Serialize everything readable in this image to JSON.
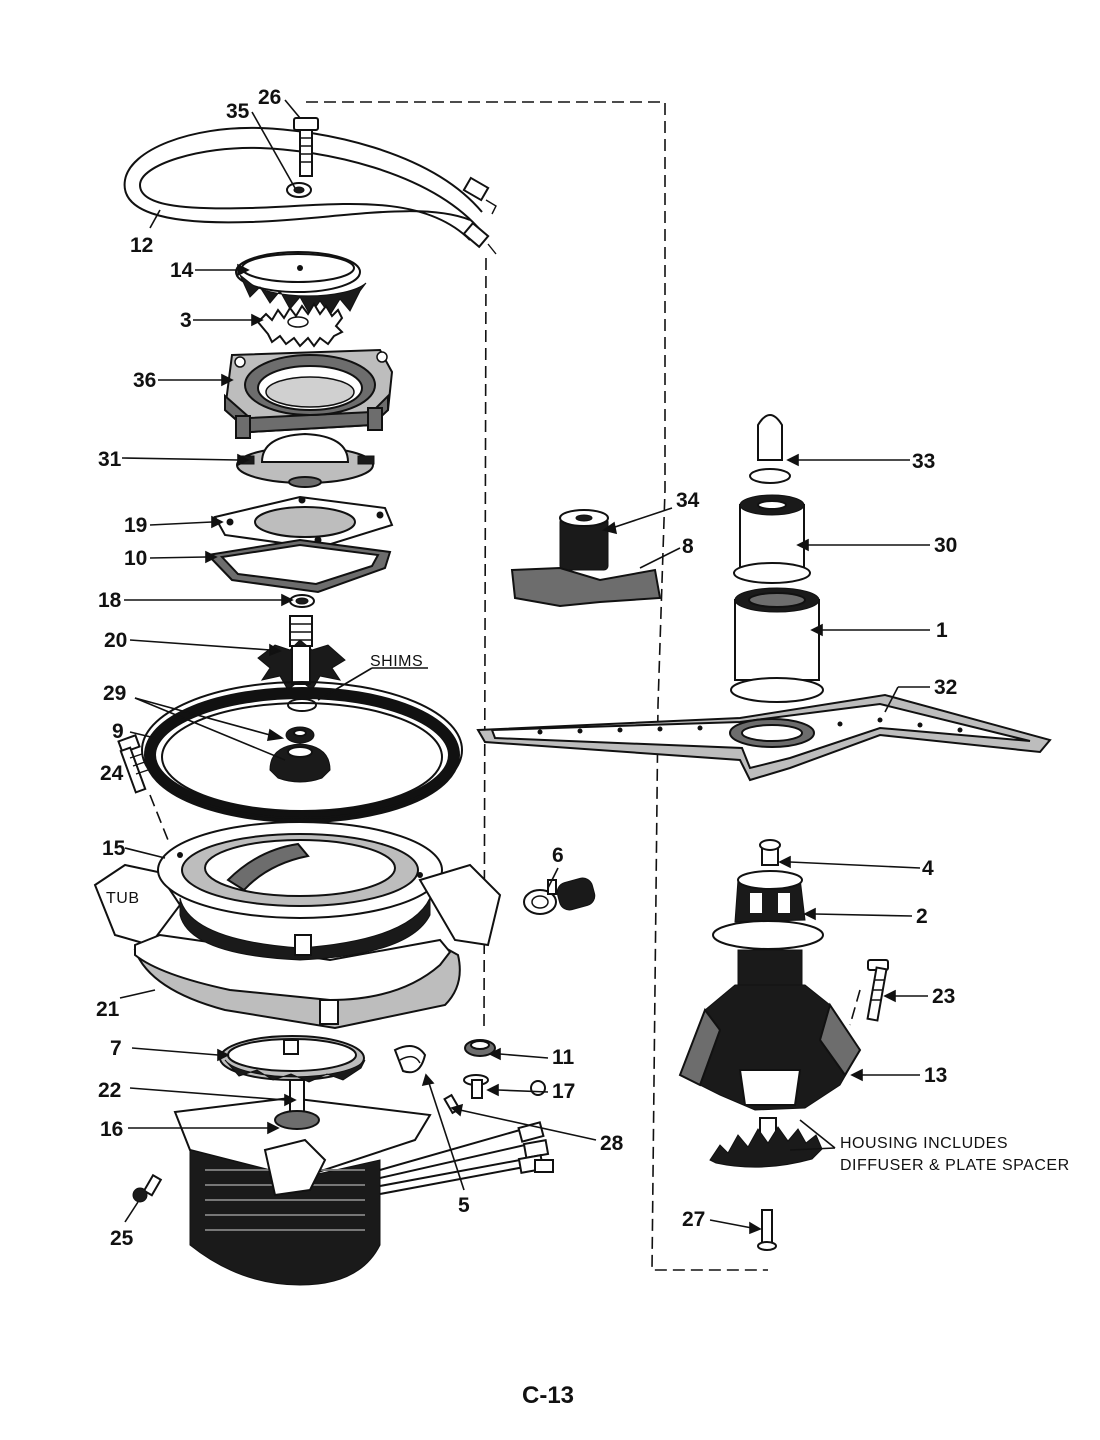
{
  "page_label": "C-13",
  "notes": {
    "shims": "SHIMS",
    "tub": "TUB",
    "housing_line1": "HOUSING INCLUDES",
    "housing_line2": "DIFFUSER & PLATE SPACER"
  },
  "callouts": {
    "p1": "1",
    "p2": "2",
    "p3": "3",
    "p4": "4",
    "p5": "5",
    "p6": "6",
    "p7": "7",
    "p8": "8",
    "p9": "9",
    "p10": "10",
    "p11": "11",
    "p12": "12",
    "p13": "13",
    "p14": "14",
    "p15": "15",
    "p16": "16",
    "p17": "17",
    "p18": "18",
    "p19": "19",
    "p20": "20",
    "p21": "21",
    "p22": "22",
    "p23": "23",
    "p24": "24",
    "p25": "25",
    "p26": "26",
    "p27": "27",
    "p28": "28",
    "p29": "29",
    "p30": "30",
    "p31": "31",
    "p32": "32",
    "p33": "33",
    "p34": "34",
    "p35": "35",
    "p36": "36"
  }
}
